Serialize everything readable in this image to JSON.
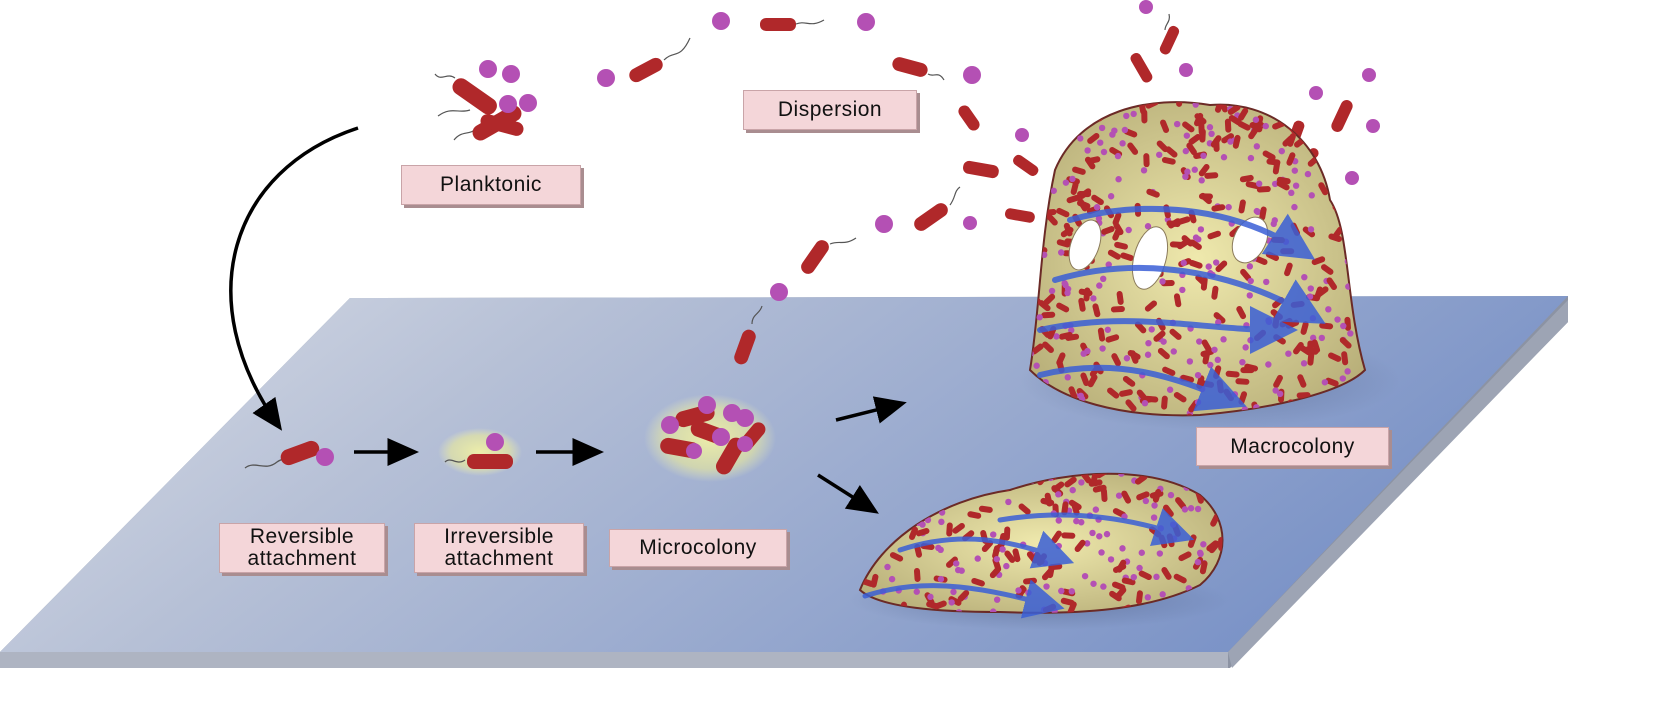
{
  "stages": {
    "planktonic": "Planktonic",
    "dispersion": "Dispersion",
    "reversible": "Reversible\nattachment",
    "irreversible": "Irreversible\nattachment",
    "microcolony": "Microcolony",
    "macrocolony": "Macrocolony"
  },
  "colors": {
    "surface_light": "#cdd3e0",
    "surface_dark": "#7f95c4",
    "surface_edge": "#9aa3b6",
    "bacterium": "#b0282a",
    "spore": "#b450b4",
    "matrix": "#e6e2a2",
    "flow_arrow": "#3a5fd6",
    "label_bg": "#f4d6d9"
  }
}
